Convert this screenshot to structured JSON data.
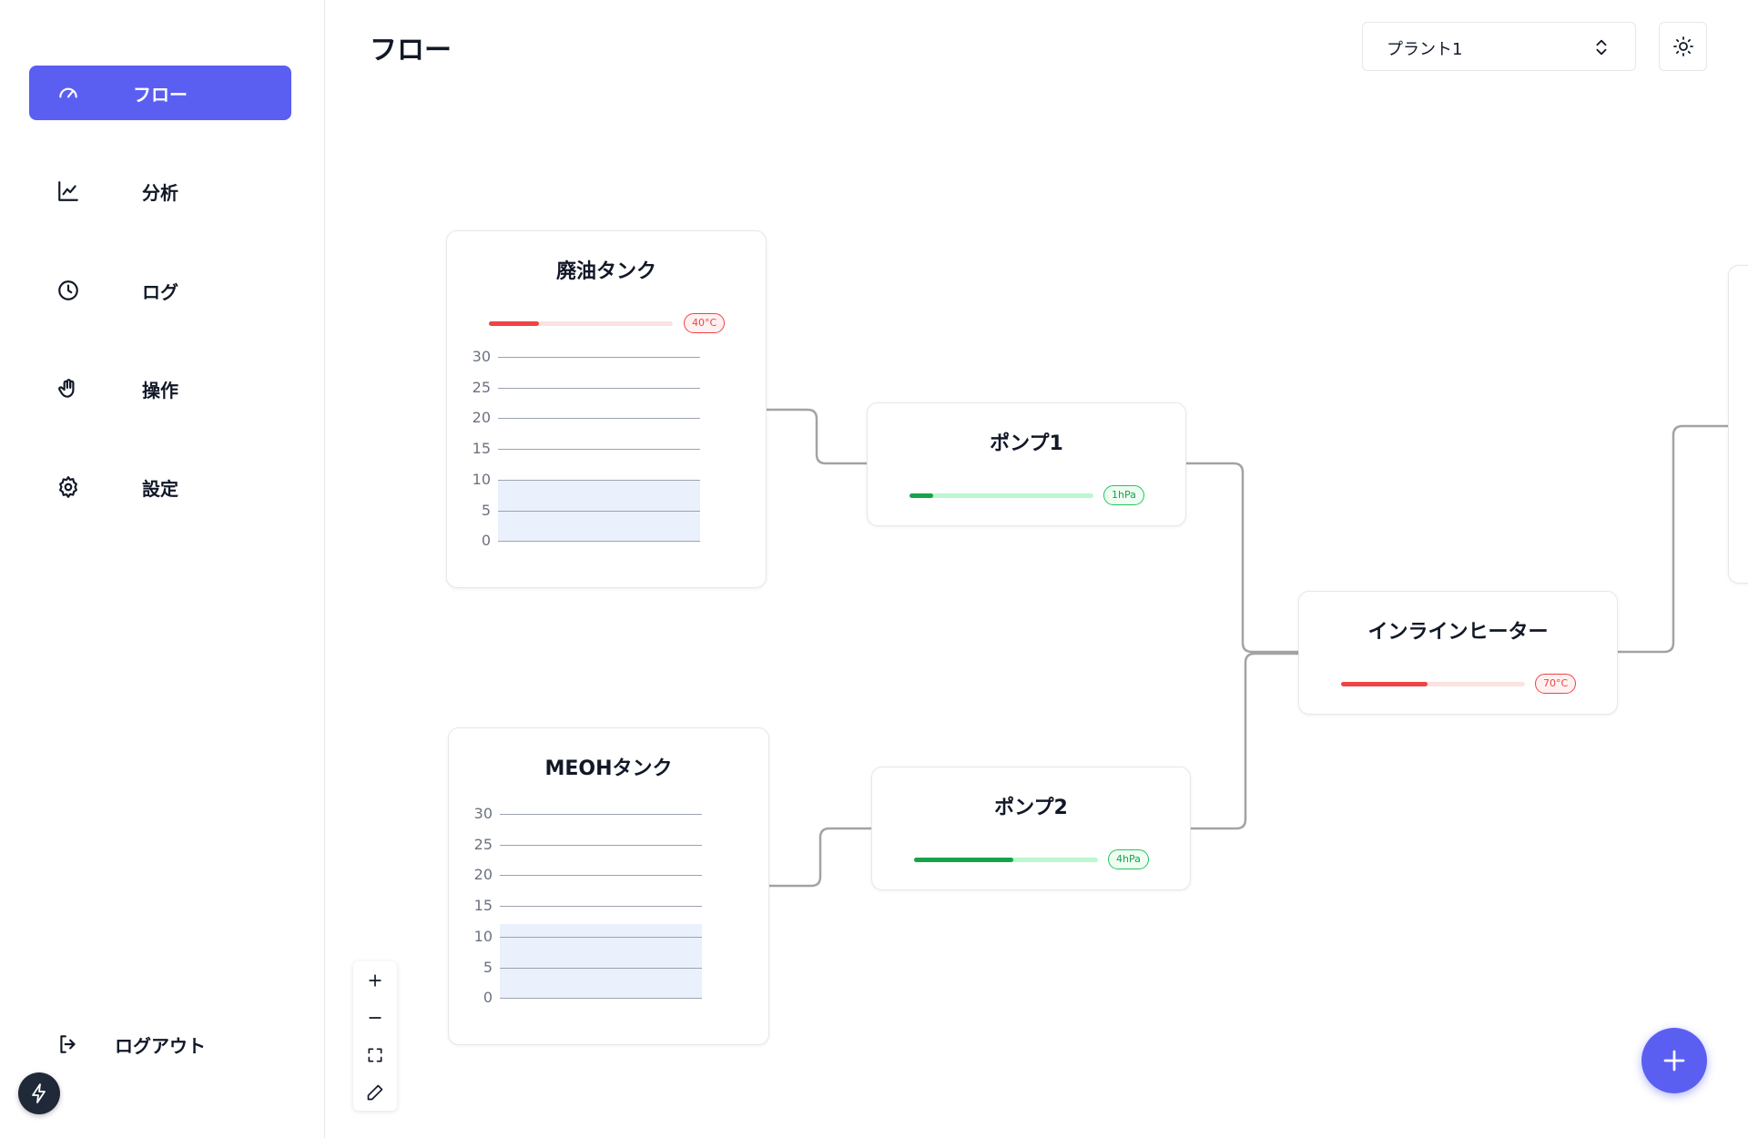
{
  "header": {
    "title": "フロー",
    "plant_select_value": "プラント1"
  },
  "sidebar": {
    "items": [
      {
        "label": "フロー",
        "icon": "gauge-icon",
        "active": true
      },
      {
        "label": "分析",
        "icon": "line-chart-icon",
        "active": false
      },
      {
        "label": "ログ",
        "icon": "clock-icon",
        "active": false
      },
      {
        "label": "操作",
        "icon": "hand-icon",
        "active": false
      },
      {
        "label": "設定",
        "icon": "gear-icon",
        "active": false
      }
    ],
    "logout_label": "ログアウト"
  },
  "nodes": {
    "waste_oil_tank": {
      "title": "廃油タンク",
      "temp_label": "40°C",
      "temp_level": 0.27,
      "chart_ticks": [
        "30",
        "25",
        "20",
        "15",
        "10",
        "5",
        "0"
      ],
      "chart_fill_value": 10
    },
    "meoh_tank": {
      "title": "MEOHタンク",
      "chart_ticks": [
        "30",
        "25",
        "20",
        "15",
        "10",
        "5",
        "0"
      ],
      "chart_fill_value": 12
    },
    "pump1": {
      "title": "ポンプ1",
      "pressure_label": "1hPa",
      "pressure_level": 0.13
    },
    "pump2": {
      "title": "ポンプ2",
      "pressure_label": "4hPa",
      "pressure_level": 0.54
    },
    "inline_heater": {
      "title": "インラインヒーター",
      "temp_label": "70°C",
      "temp_level": 0.47
    }
  },
  "colors": {
    "accent": "#5b5ff1",
    "temp": "#ef4444",
    "temp_track": "#fde2e2",
    "pressure": "#16a34a",
    "pressure_track": "#bbf7d0"
  }
}
